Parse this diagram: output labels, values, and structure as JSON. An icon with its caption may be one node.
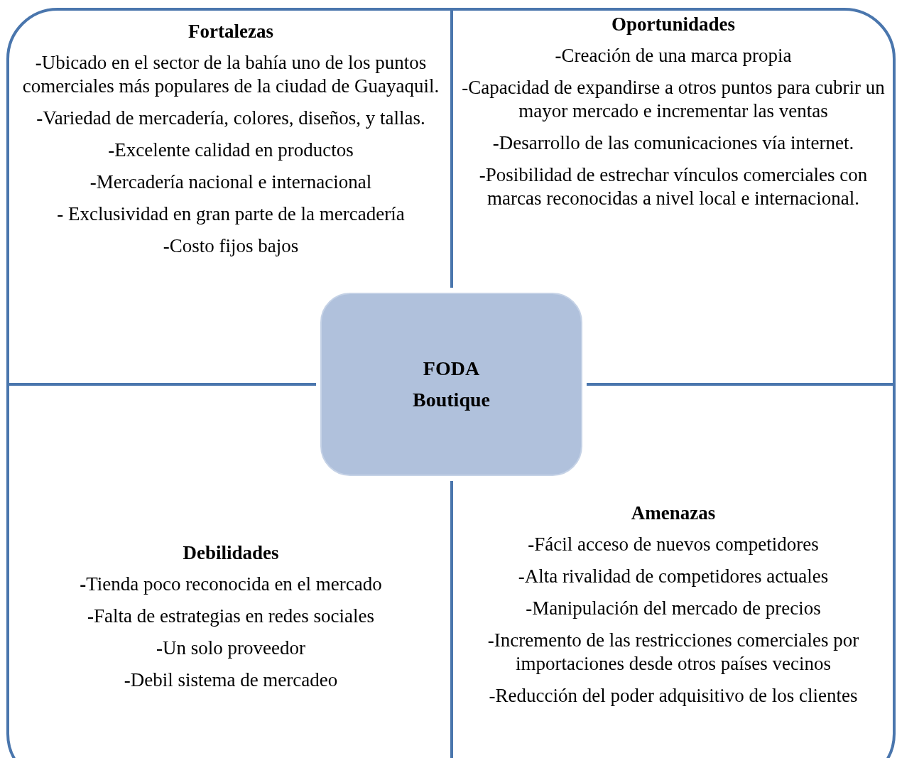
{
  "diagram": {
    "nodes": [
      {
        "text": [
          "Fortalezas",
          "**-**Ubicado en el sector de la bahía uno de los puntos comerciales más populares de la ciudad de Guayaquil.",
          "-Variedad de mercadería, colores, diseños, y tallas.",
          "-Excelente calidad en productos",
          "-Mercadería nacional e internacional",
          "- Exclusividad en gran parte de la mercadería",
          "-Costo fijos bajos"
        ]
      },
      {
        "text": [
          "Oportunidades",
          "**-**Creación de una marca propia",
          "-Capacidad de expandirse a otros puntos para cubrir un mayor mercado e incrementar las ventas",
          "-Desarrollo de las comunicaciones vía internet.",
          "-Posibilidad de estrechar vínculos comerciales con marcas reconocidas a nivel local e internacional."
        ]
      },
      {
        "text": [
          "Debilidades",
          "**-**Tienda poco reconocida en el mercado",
          "-Falta de estrategias en redes sociales",
          "-Un solo proveedor",
          "-Debil sistema de mercadeo"
        ]
      },
      {
        "text": [
          "Amenazas",
          "**-**Fácil acceso de nuevos competidores",
          "-Alta rivalidad de competidores actuales",
          "-Manipulación del mercado de precios",
          "-Incremento de las restricciones comerciales por importaciones desde otros países vecinos",
          "-Reducción del poder adquisitivo de los clientes"
        ]
      },
      {
        "text": [
          "FODA",
          "Boutique"
        ]
      }
    ]
  }
}
